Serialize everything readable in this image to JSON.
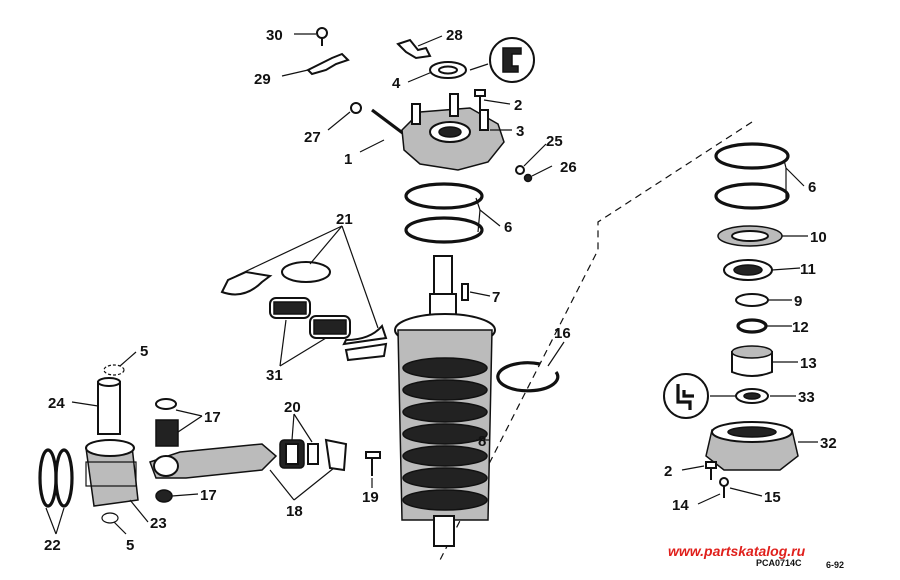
{
  "labels": {
    "l30": "30",
    "l28": "28",
    "l29": "29",
    "l4": "4",
    "l2a": "2",
    "l3": "3",
    "l27": "27",
    "l1": "1",
    "l25": "25",
    "l26": "26",
    "l6a": "6",
    "l6b": "6",
    "l21": "21",
    "l7": "7",
    "l10": "10",
    "l11": "11",
    "l9": "9",
    "l12": "12",
    "l16": "16",
    "l13": "13",
    "l5a": "5",
    "l31": "31",
    "l33": "33",
    "l24": "24",
    "l17a": "17",
    "l20": "20",
    "l8": "8",
    "l32": "32",
    "l2b": "2",
    "l15": "15",
    "l14": "14",
    "l17b": "17",
    "l19": "19",
    "l18": "18",
    "l23": "23",
    "l22": "22",
    "l5b": "5"
  },
  "code": "PCA0714C",
  "date": "6-92",
  "watermark": "www.partskatalog.ru"
}
